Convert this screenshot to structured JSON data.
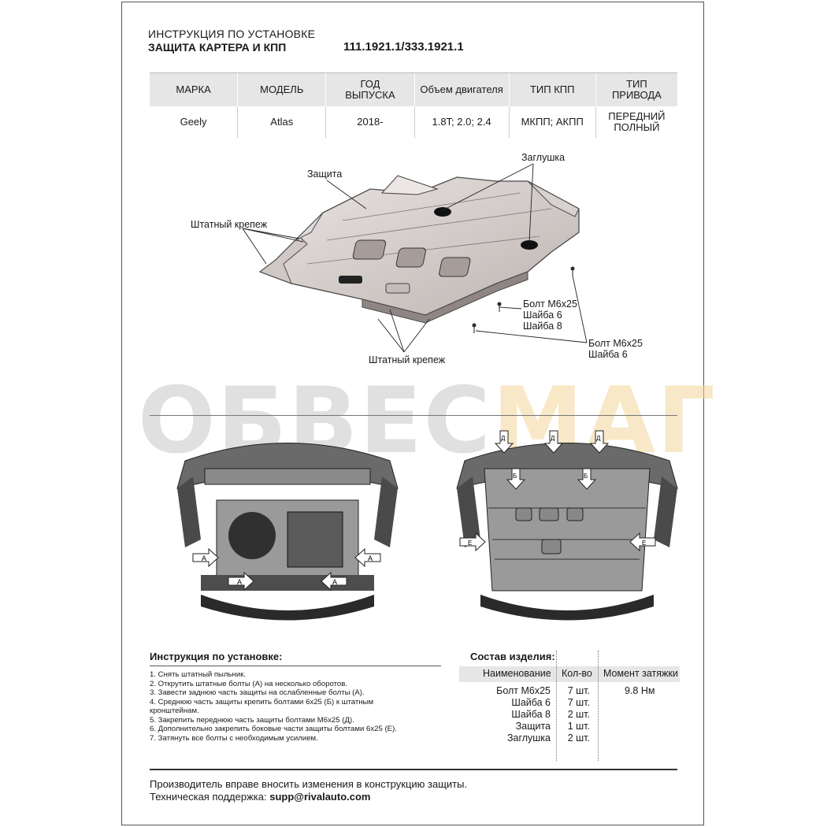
{
  "header": {
    "instruction": "ИНСТРУКЦИЯ ПО УСТАНОВКЕ",
    "title": "ЗАЩИТА КАРТЕРА И КПП",
    "code": "111.1921.1/333.1921.1"
  },
  "spec_table": {
    "headers": [
      [
        "МАРКА"
      ],
      [
        "МОДЕЛЬ"
      ],
      [
        "ГОД",
        "ВЫПУСКА"
      ],
      [
        "Объем двигателя"
      ],
      [
        "ТИП КПП"
      ],
      [
        "ТИП",
        "ПРИВОДА"
      ]
    ],
    "row": [
      [
        "Geely"
      ],
      [
        "Atlas"
      ],
      [
        "2018-"
      ],
      [
        "1.8T; 2.0; 2.4"
      ],
      [
        "МКПП; АКПП"
      ],
      [
        "ПЕРЕДНИЙ",
        "ПОЛНЫЙ"
      ]
    ]
  },
  "diagram_labels": {
    "zashchita": "Защита",
    "zaglushka": "Заглушка",
    "shtatny_top": "Штатный крепеж",
    "shtatny_bottom": "Штатный крепеж",
    "bolt_group1": [
      "Болт М6х25",
      "Шайба 6",
      "Шайба 8"
    ],
    "bolt_group2": [
      "Болт М6х25",
      "Шайба 6"
    ]
  },
  "watermark": {
    "part1": "ОБВЕС",
    "part2": "МАГ"
  },
  "photo_markers": {
    "left": [
      "А",
      "А",
      "А",
      "А"
    ],
    "right_top": [
      "Д",
      "Д",
      "Д"
    ],
    "right_mid": [
      "Б",
      "Б"
    ],
    "right_side": [
      "Е",
      "Е"
    ]
  },
  "instructions": {
    "title": "Инструкция по установке:",
    "steps": [
      "1. Снять штатный пыльник.",
      "2. Открутить штатные болты (А) на несколько оборотов.",
      "3.  Завести заднюю часть защиты на ослабленные болты (А).",
      "4. Среднюю часть защиты крепить болтами 6х25 (Б) к штатным",
      "кронштейнам.",
      "5. Закрепить переднюю часть защиты болтами М6х25 (Д).",
      "6. Дополнительно закрепить боковые части защиты болтами 6х25 (Е).",
      "7. Затянуть все болты с необходимым усилием."
    ]
  },
  "composition": {
    "title": "Состав изделия:",
    "col_name": "Наименование",
    "col_qty": "Кол-во",
    "col_torque": "Момент затяжки",
    "items": [
      {
        "name": "Болт М6х25",
        "qty": "7 шт.",
        "torque": "9.8 Нм"
      },
      {
        "name": "Шайба 6",
        "qty": "7 шт.",
        "torque": ""
      },
      {
        "name": "Шайба 8",
        "qty": "2 шт.",
        "torque": ""
      },
      {
        "name": "Защита",
        "qty": "1 шт.",
        "torque": ""
      },
      {
        "name": "Заглушка",
        "qty": "2 шт.",
        "torque": ""
      }
    ]
  },
  "footer": {
    "notice": "Производитель вправе вносить изменения в конструкцию защиты.",
    "support_label": "Техническая поддержка:",
    "support_email": "supp@rivalauto.com"
  }
}
